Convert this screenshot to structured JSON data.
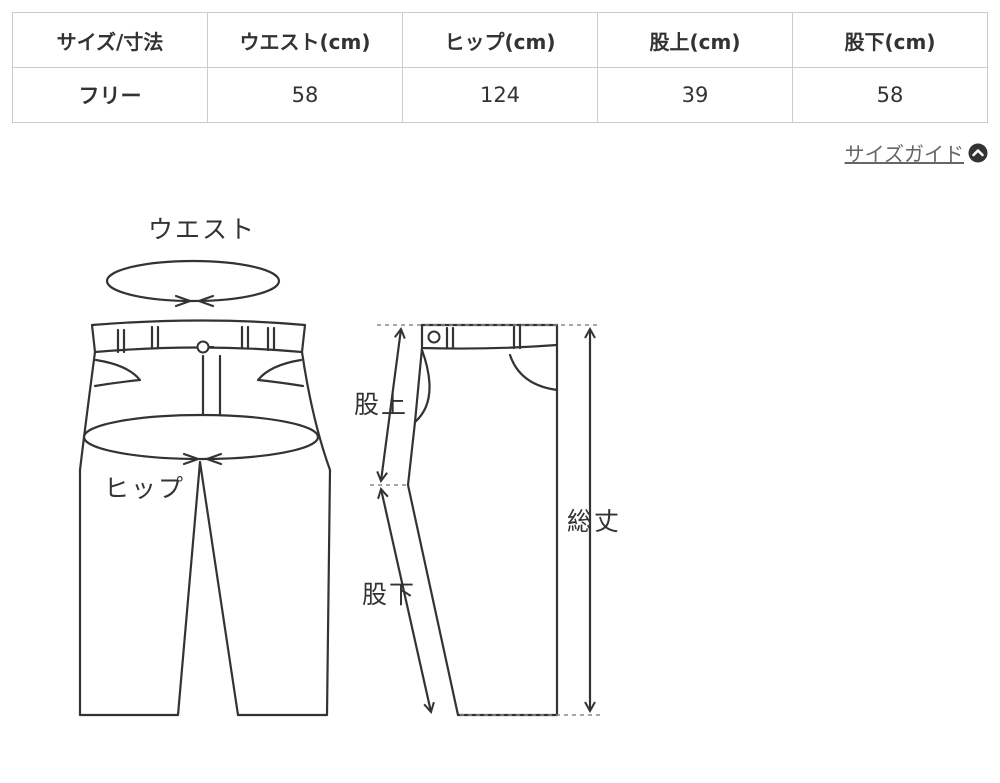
{
  "size_table": {
    "headers": [
      "サイズ/寸法",
      "ウエスト(cm)",
      "ヒップ(cm)",
      "股上(cm)",
      "股下(cm)"
    ],
    "rows": [
      {
        "label": "フリー",
        "waist": "58",
        "hip": "124",
        "rise": "39",
        "inseam": "58"
      }
    ]
  },
  "size_guide_link": {
    "label": "サイズガイド",
    "icon": "chevron-up-circle-icon"
  },
  "diagram": {
    "labels": {
      "waist": "ウエスト",
      "hip": "ヒップ",
      "rise": "股上",
      "inseam": "股下",
      "total_length": "総丈"
    }
  }
}
